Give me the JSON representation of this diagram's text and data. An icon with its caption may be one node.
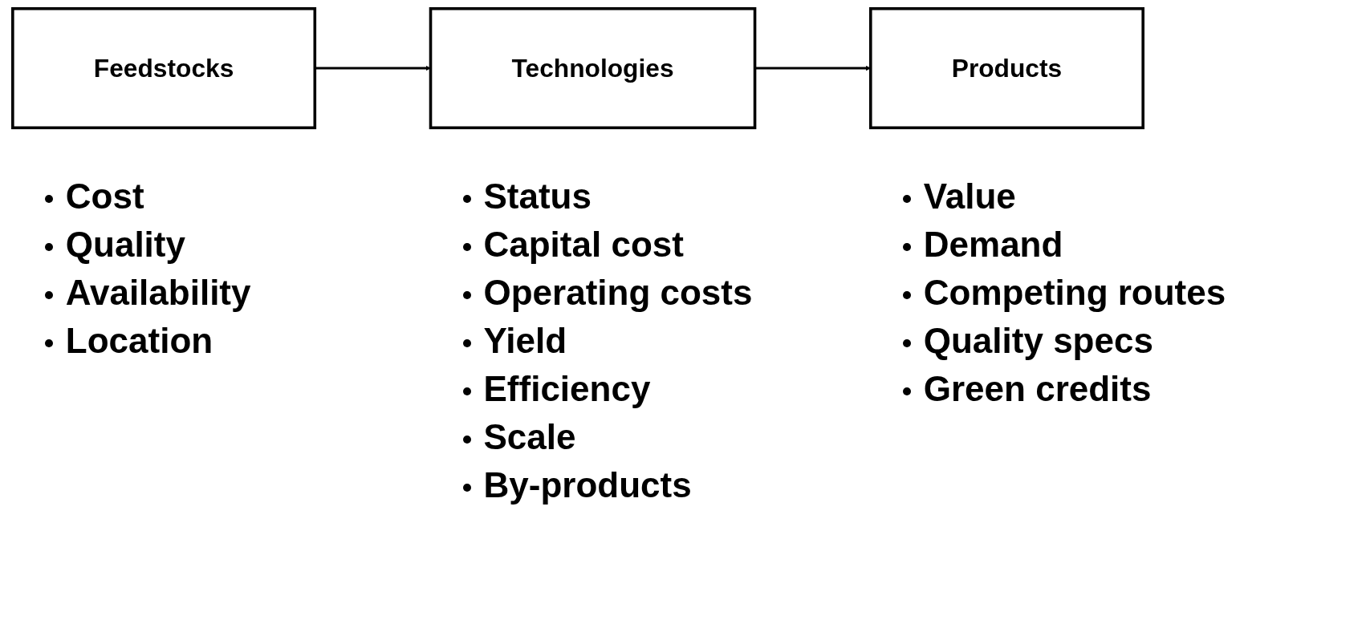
{
  "diagram": {
    "nodes": [
      {
        "text": [
          "Feedstocks"
        ],
        "beside": [
          "Cost",
          "Quality",
          "Availability",
          "Location"
        ]
      },
      {
        "text": [
          "Technologies"
        ],
        "beside": [
          "Status",
          "Capital cost",
          "Operating costs",
          "Yield",
          "Efficiency",
          "Scale",
          "By-products"
        ]
      },
      {
        "text": [
          "Products"
        ],
        "beside": [
          "Value",
          "Demand",
          "Competing routes",
          "Quality specs",
          "Green credits"
        ]
      }
    ],
    "edges": [
      {
        "from": 0,
        "to": 1,
        "arrow": "to"
      },
      {
        "from": 1,
        "to": 2,
        "arrow": "to"
      }
    ]
  }
}
